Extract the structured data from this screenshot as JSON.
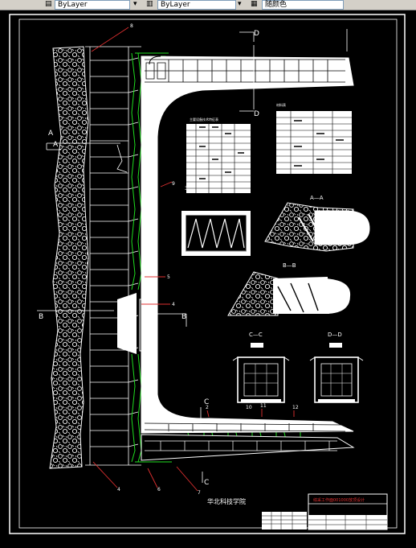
{
  "toolbar": {
    "layer_value": "ByLayer",
    "linetype_value": "ByLayer",
    "lineweight_value": "随颜色"
  },
  "drawing": {
    "section_labels": [
      "D",
      "D",
      "A",
      "A",
      "B",
      "B",
      "C",
      "C"
    ],
    "view_labels": [
      "A—A",
      "B—B",
      "C—C",
      "D—D"
    ],
    "callouts": [
      "8",
      "9",
      "5",
      "4",
      "3",
      "4",
      "6",
      "7",
      "2",
      "10",
      "11",
      "12"
    ],
    "table1_title": "主要设备技术特征表",
    "table2_title": "材料表",
    "school_name": "华北科技学院",
    "title_block_heading": "综采工作面001000放顶设计"
  }
}
